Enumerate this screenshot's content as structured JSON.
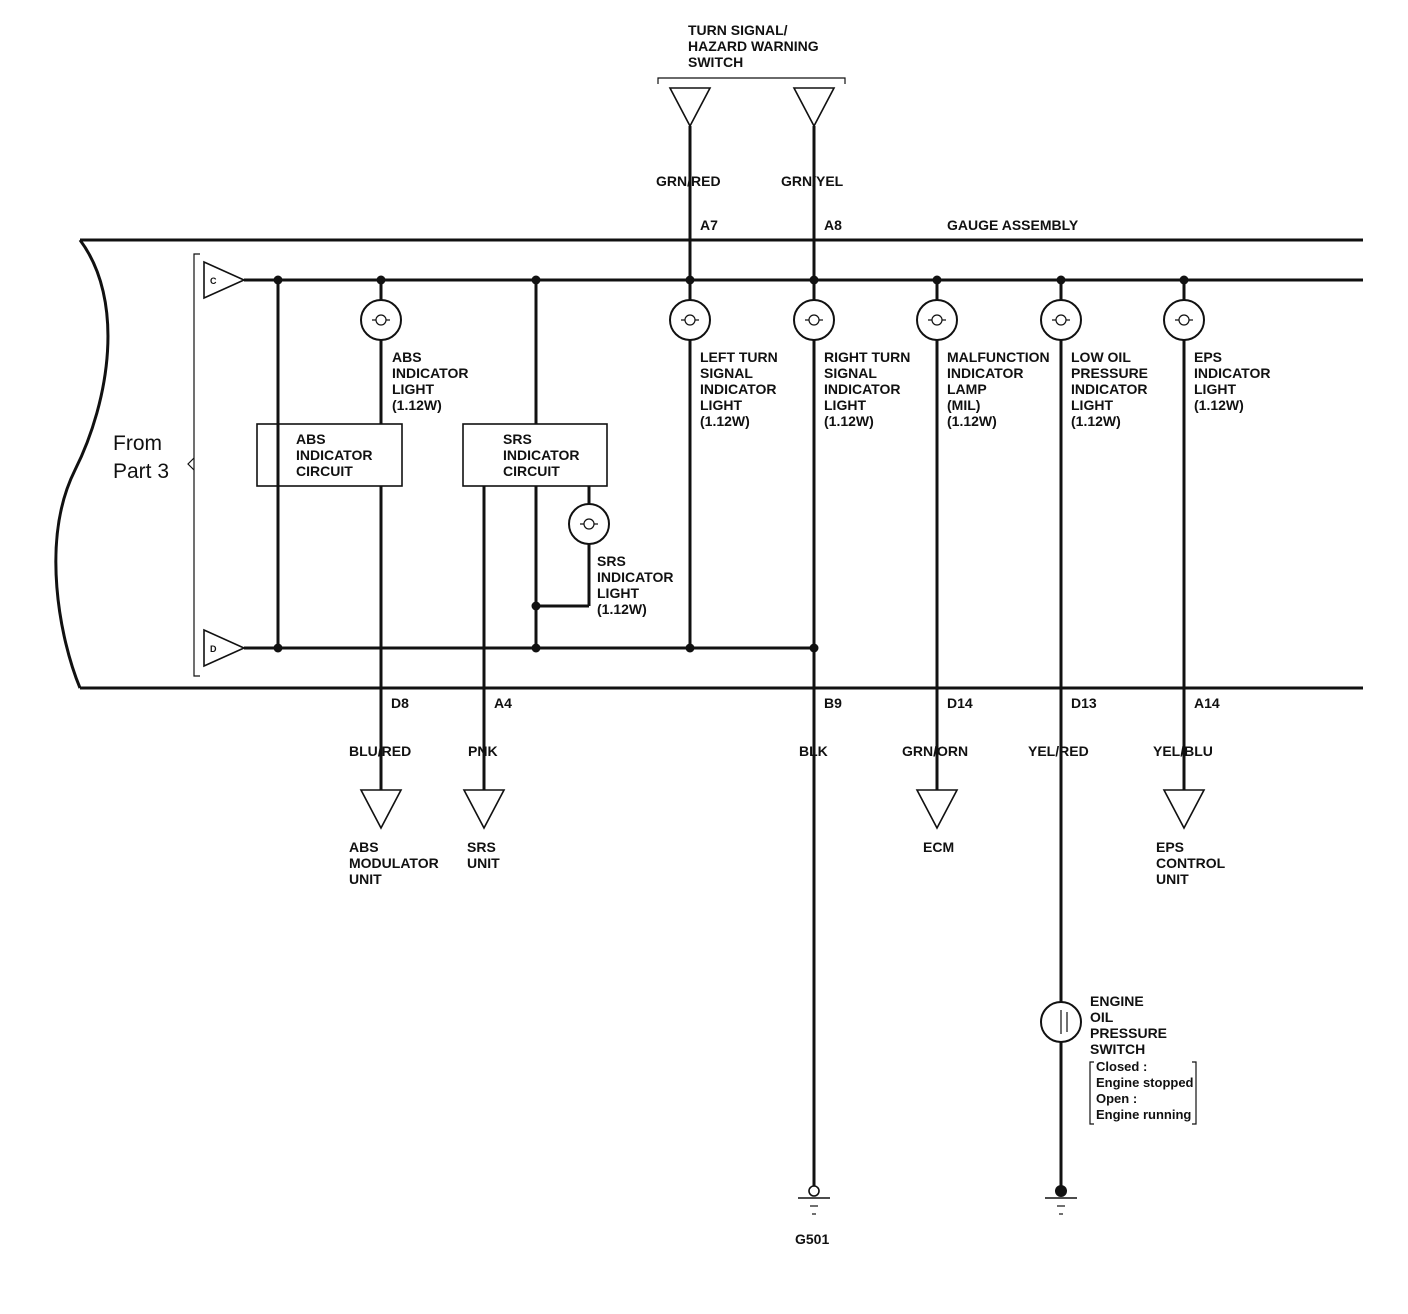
{
  "switch_title": [
    "TURN SIGNAL/",
    "HAZARD WARNING",
    "SWITCH"
  ],
  "assembly_label": "GAUGE ASSEMBLY",
  "from_label": [
    "From",
    "Part 3"
  ],
  "connectors": {
    "c": "C",
    "d": "D"
  },
  "top_wires": [
    {
      "color": "GRN/RED",
      "pin": "A7"
    },
    {
      "color": "GRN/YEL",
      "pin": "A8"
    }
  ],
  "lights": {
    "abs": [
      "ABS",
      "INDICATOR",
      "LIGHT",
      "(1.12W)"
    ],
    "left_turn": [
      "LEFT TURN",
      "SIGNAL",
      "INDICATOR",
      "LIGHT",
      "(1.12W)"
    ],
    "right_turn": [
      "RIGHT TURN",
      "SIGNAL",
      "INDICATOR",
      "LIGHT",
      "(1.12W)"
    ],
    "mil": [
      "MALFUNCTION",
      "INDICATOR",
      "LAMP",
      "(MIL)",
      "(1.12W)"
    ],
    "oil": [
      "LOW OIL",
      "PRESSURE",
      "INDICATOR",
      "LIGHT",
      "(1.12W)"
    ],
    "eps": [
      "EPS",
      "INDICATOR",
      "LIGHT",
      "(1.12W)"
    ],
    "srs": [
      "SRS",
      "INDICATOR",
      "LIGHT",
      "(1.12W)"
    ]
  },
  "circuits": {
    "abs": [
      "ABS",
      "INDICATOR",
      "CIRCUIT"
    ],
    "srs": [
      "SRS",
      "INDICATOR",
      "CIRCUIT"
    ]
  },
  "bottom_wires": [
    {
      "pin": "D8",
      "color": "BLU/RED",
      "dest": [
        "ABS",
        "MODULATOR",
        "UNIT"
      ]
    },
    {
      "pin": "A4",
      "color": "PNK",
      "dest": [
        "SRS",
        "UNIT"
      ]
    },
    {
      "pin": "B9",
      "color": "BLK",
      "dest": []
    },
    {
      "pin": "D14",
      "color": "GRN/ORN",
      "dest": [
        "ECM"
      ]
    },
    {
      "pin": "D13",
      "color": "YEL/RED",
      "dest": []
    },
    {
      "pin": "A14",
      "color": "YEL/BLU",
      "dest": [
        "EPS",
        "CONTROL",
        "UNIT"
      ]
    }
  ],
  "oil_switch": {
    "label": [
      "ENGINE",
      "OIL",
      "PRESSURE",
      "SWITCH"
    ],
    "note": [
      "Closed :",
      "Engine stopped",
      "Open :",
      "Engine running"
    ]
  },
  "ground_label": "G501"
}
